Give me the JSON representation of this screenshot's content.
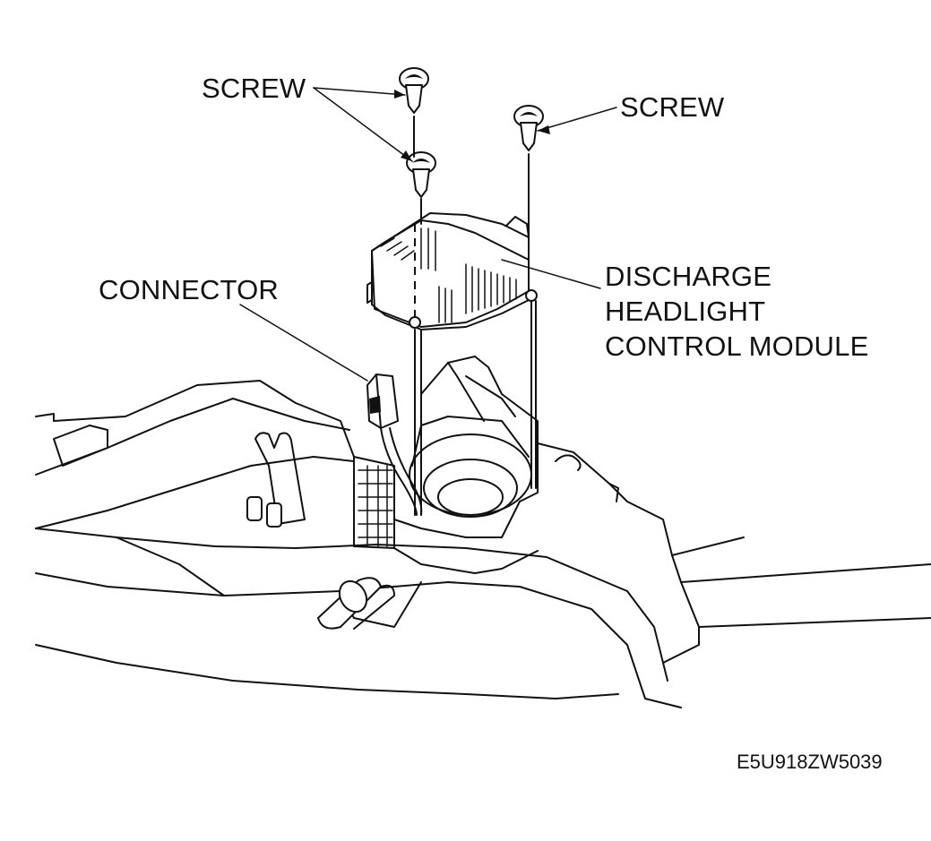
{
  "labels": {
    "screw_left": "SCREW",
    "screw_right": "SCREW",
    "connector": "CONNECTOR",
    "module_line1": "DISCHARGE",
    "module_line2": "HEADLIGHT",
    "module_line3": "CONTROL MODULE",
    "figure_code": "E5U918ZW5039"
  },
  "icons": {
    "screw": "screw-icon",
    "module": "control-module-icon",
    "connector": "connector-plug-icon",
    "headlamp": "headlamp-housing-icon"
  },
  "colors": {
    "line": "#111111",
    "background": "#ffffff"
  }
}
